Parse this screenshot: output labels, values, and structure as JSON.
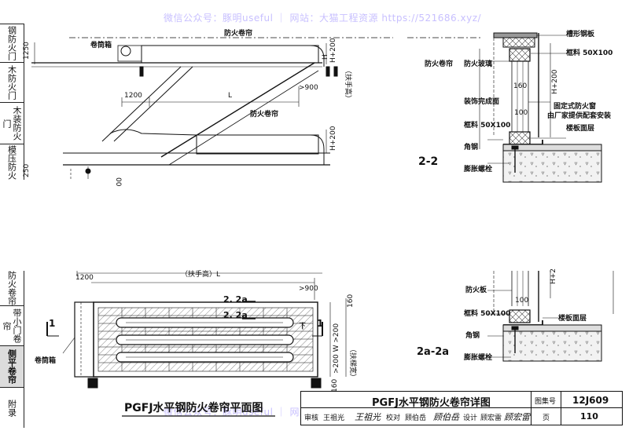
{
  "watermark": {
    "top": "微信公众号：豚明useful ｜ 网站：大猫工程资源 https://521686.xyz/",
    "bottom": "微信公众号：豚明useful ｜ 网站：大猫工程资源 https://521686.xyz/"
  },
  "sidebar_top": [
    "钢防火门",
    "木防火门",
    "木装防火门",
    "模压防火"
  ],
  "sidebar_bottom": [
    "防火卷帘",
    "带小门卷帘",
    "侧平卷帘",
    "附录"
  ],
  "elevation": {
    "label_roll_box": "卷筒箱",
    "label_shutter_top": "防火卷帘",
    "label_shutter_mid": "防火卷帘",
    "dim_1250": "1250",
    "dim_250": "250",
    "dim_1200": "1200",
    "dim_L": "L",
    "dim_900": ">900",
    "dim_H200_top": "H+200",
    "dim_H200_mid": "H+200",
    "handrail_height": "（扶手高）",
    "dim_H": "H",
    "dim_0": "00"
  },
  "section22": {
    "label_trough_plate": "槽形钢板",
    "label_frame_top": "框料 50X100",
    "label_fire_shutter": "防火卷帘",
    "label_fire_glass": "防火玻璃",
    "label_finish_face": "装饰完成面",
    "label_frame_mid": "框料 50X100",
    "label_fixed_window": "固定式防火窗",
    "label_supplier": "由厂家提供配套安装",
    "label_floor": "楼板面层",
    "label_angle": "角钢",
    "label_bolt": "膨胀螺栓",
    "dim_160": "160",
    "dim_100": "100",
    "dim_H200": "H+200",
    "section_name": "2-2"
  },
  "plan": {
    "title": "PGFJ水平钢防火卷帘平面图",
    "label_roll_box": "卷筒箱",
    "cut_1_left": "1",
    "cut_1_right": "1",
    "cut_2a": "2. 2a",
    "cut_2a_lower": "2. 2a",
    "dim_1200": "1200",
    "dim_top_L": "（扶手高）L",
    "dim_900": ">900",
    "dim_160": "160",
    "dim_W": ">200 W >200",
    "dim_W_note": "（扶梯宽）",
    "dim_160_right": "160",
    "arrow_down": "下"
  },
  "section2a": {
    "label_fire_board": "防火板",
    "label_frame": "框料 50X100",
    "label_floor": "楼板面层",
    "label_angle": "角钢",
    "label_bolt": "膨胀螺栓",
    "dim_H2": "H+2",
    "dim_100": "100",
    "section_name": "2a-2a"
  },
  "title_block": {
    "drawing_title": "PGFJ水平钢防火卷帘详图",
    "atlas_label": "图集号",
    "atlas_no": "12J609",
    "review_label": "审核",
    "reviewer": "王祖光",
    "check_label": "校对",
    "checker": "顾伯岳",
    "design_label": "设计",
    "designer": "顾宏雷",
    "page_label": "页",
    "page_no": "110"
  }
}
